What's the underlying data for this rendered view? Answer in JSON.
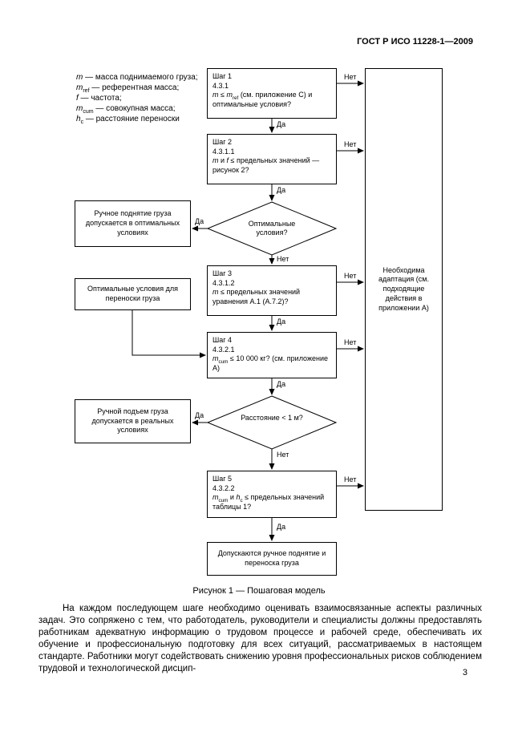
{
  "page": {
    "header": "ГОСТ Р ИСО 11228-1—2009",
    "caption": "Рисунок 1 — Пошаговая модель",
    "body_paragraph": "На каждом последующем шаге необходимо оценивать взаимосвязанные аспекты различных задач. Это сопряжено с тем, что работодатель, руководители и специалисты должны предоставлять работникам адекватную информацию о трудовом процессе и рабочей среде, обеспечивать их обучение и профессиональную подготовку для всех ситуаций, рассматриваемых в настоящем стандарте. Работники могут содействовать снижению уровня профессиональных рисков соблюдением трудовой и технологической дисцип-",
    "page_number": "3"
  },
  "legend": {
    "items": [
      [
        {
          "t": "m",
          "i": true
        },
        {
          "t": " — масса поднимаемого груза;"
        }
      ],
      [
        {
          "t": "m",
          "i": true
        },
        {
          "t": "ref",
          "sub": true
        },
        {
          "t": " — референтная масса;"
        }
      ],
      [
        {
          "t": "f",
          "i": true
        },
        {
          "t": " — частота;"
        }
      ],
      [
        {
          "t": "m",
          "i": true
        },
        {
          "t": "cum",
          "sub": true
        },
        {
          "t": " — совокупная масса;"
        }
      ],
      [
        {
          "t": "h",
          "i": true
        },
        {
          "t": "c",
          "sub": true
        },
        {
          "t": " — расстояние переноски"
        }
      ]
    ]
  },
  "flowchart": {
    "labels": {
      "yes": "Да",
      "no": "Нет"
    },
    "steps": {
      "step1": {
        "title": "Шаг 1",
        "clause": "4.3.1",
        "cond": [
          {
            "t": "m",
            "i": true
          },
          {
            "t": " ≤ "
          },
          {
            "t": "m",
            "i": true
          },
          {
            "t": "ref",
            "sub": true
          },
          {
            "t": " (см. приложение С) и оптимальные условия?"
          }
        ]
      },
      "step2": {
        "title": "Шаг 2",
        "clause": "4.3.1.1",
        "cond": [
          {
            "t": "m",
            "i": true
          },
          {
            "t": " и "
          },
          {
            "t": "f",
            "i": true
          },
          {
            "t": " ≤ предельных значений — рисунок 2?"
          }
        ]
      },
      "step3": {
        "title": "Шаг 3",
        "clause": "4.3.1.2",
        "cond": [
          {
            "t": "m",
            "i": true
          },
          {
            "t": " ≤ предельных значений уравнения А.1 (А.7.2)?"
          }
        ]
      },
      "step4": {
        "title": "Шаг 4",
        "clause": "4.3.2.1",
        "cond": [
          {
            "t": "m",
            "i": true
          },
          {
            "t": "cum",
            "sub": true
          },
          {
            "t": " ≤ 10 000 кг? (см. приложение А)"
          }
        ]
      },
      "step5": {
        "title": "Шаг 5",
        "clause": "4.3.2.2",
        "cond": [
          {
            "t": "m",
            "i": true
          },
          {
            "t": "cum",
            "sub": true
          },
          {
            "t": " и "
          },
          {
            "t": "h",
            "i": true
          },
          {
            "t": "c",
            "sub": true
          },
          {
            "t": " ≤ предельных значений таблицы 1?"
          }
        ]
      }
    },
    "decisions": {
      "d1": "Оптимальные условия?",
      "d2": "Расстояние < 1 м?"
    },
    "side_boxes": {
      "lift_optimal": "Ручное поднятие груза допускается в оптимальных условиях",
      "carry_optimal": "Оптимальные условия для переноски груза",
      "lift_real": "Ручной подъем груза допускается в реальных условиях"
    },
    "result": "Допускаются ручное поднятие и переноска груза",
    "adaptation": "Необходима адаптация (см. подходящие действия в приложении А)"
  }
}
